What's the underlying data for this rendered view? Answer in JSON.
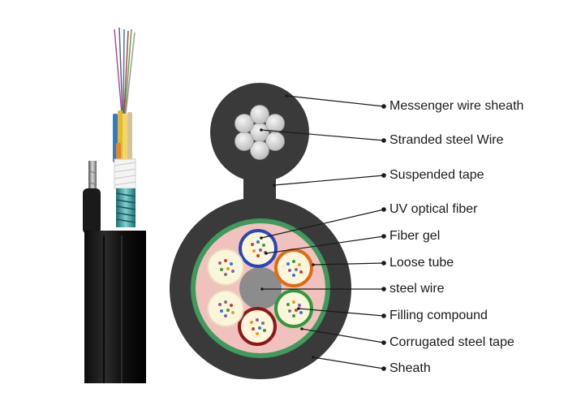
{
  "diagram": {
    "labels": [
      "Messenger wire sheath",
      "Stranded steel Wire",
      "Suspended tape",
      "UV optical fiber",
      "Fiber gel",
      "Loose tube",
      "steel wire",
      "Filling compound",
      "Corrugated steel tape",
      "Sheath"
    ]
  },
  "colors": {
    "sheath": "#3a3a3a",
    "corrugated_steel_tape": "#3e9a5e",
    "filling_compound": "#f1c2bd",
    "steel_wire": "#8c8c8c",
    "fiber_gel": "#fbf5dc",
    "loose_tube_colors": [
      "#2b46b7",
      "#e06a12",
      "#2f9a3a",
      "#8a1a1a",
      "#f2eccf",
      "#f2eccf"
    ],
    "leader_line": "#1a1a1a"
  }
}
